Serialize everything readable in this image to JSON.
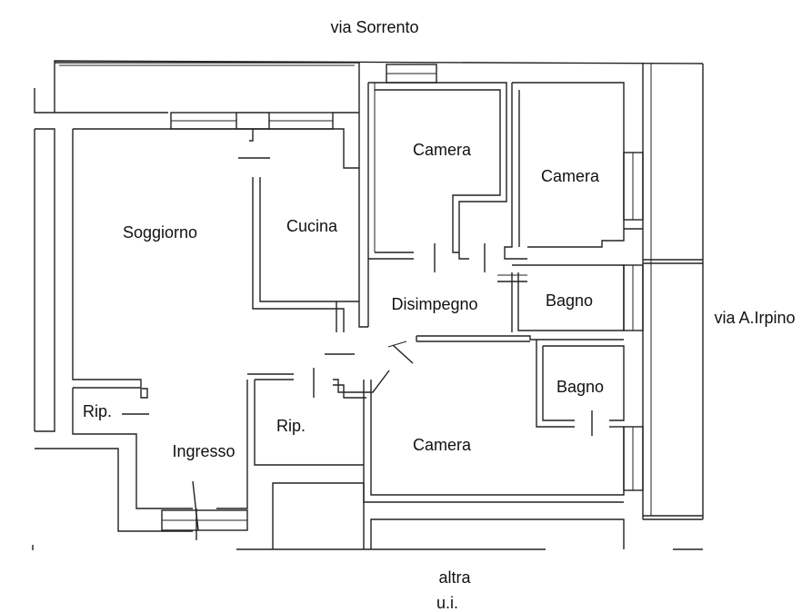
{
  "streets": {
    "north": "via Sorrento",
    "east": "via A.Irpino",
    "south_line1": "altra",
    "south_line2": "u.i."
  },
  "rooms": {
    "soggiorno": "Soggiorno",
    "cucina": "Cucina",
    "camera_nw": "Camera",
    "camera_ne": "Camera",
    "disimpegno": "Disimpegno",
    "bagno_upper": "Bagno",
    "bagno_lower": "Bagno",
    "rip_left": "Rip.",
    "rip_center": "Rip.",
    "ingresso": "Ingresso",
    "camera_south": "Camera"
  },
  "colors": {
    "line": "#222222",
    "background": "#ffffff"
  }
}
